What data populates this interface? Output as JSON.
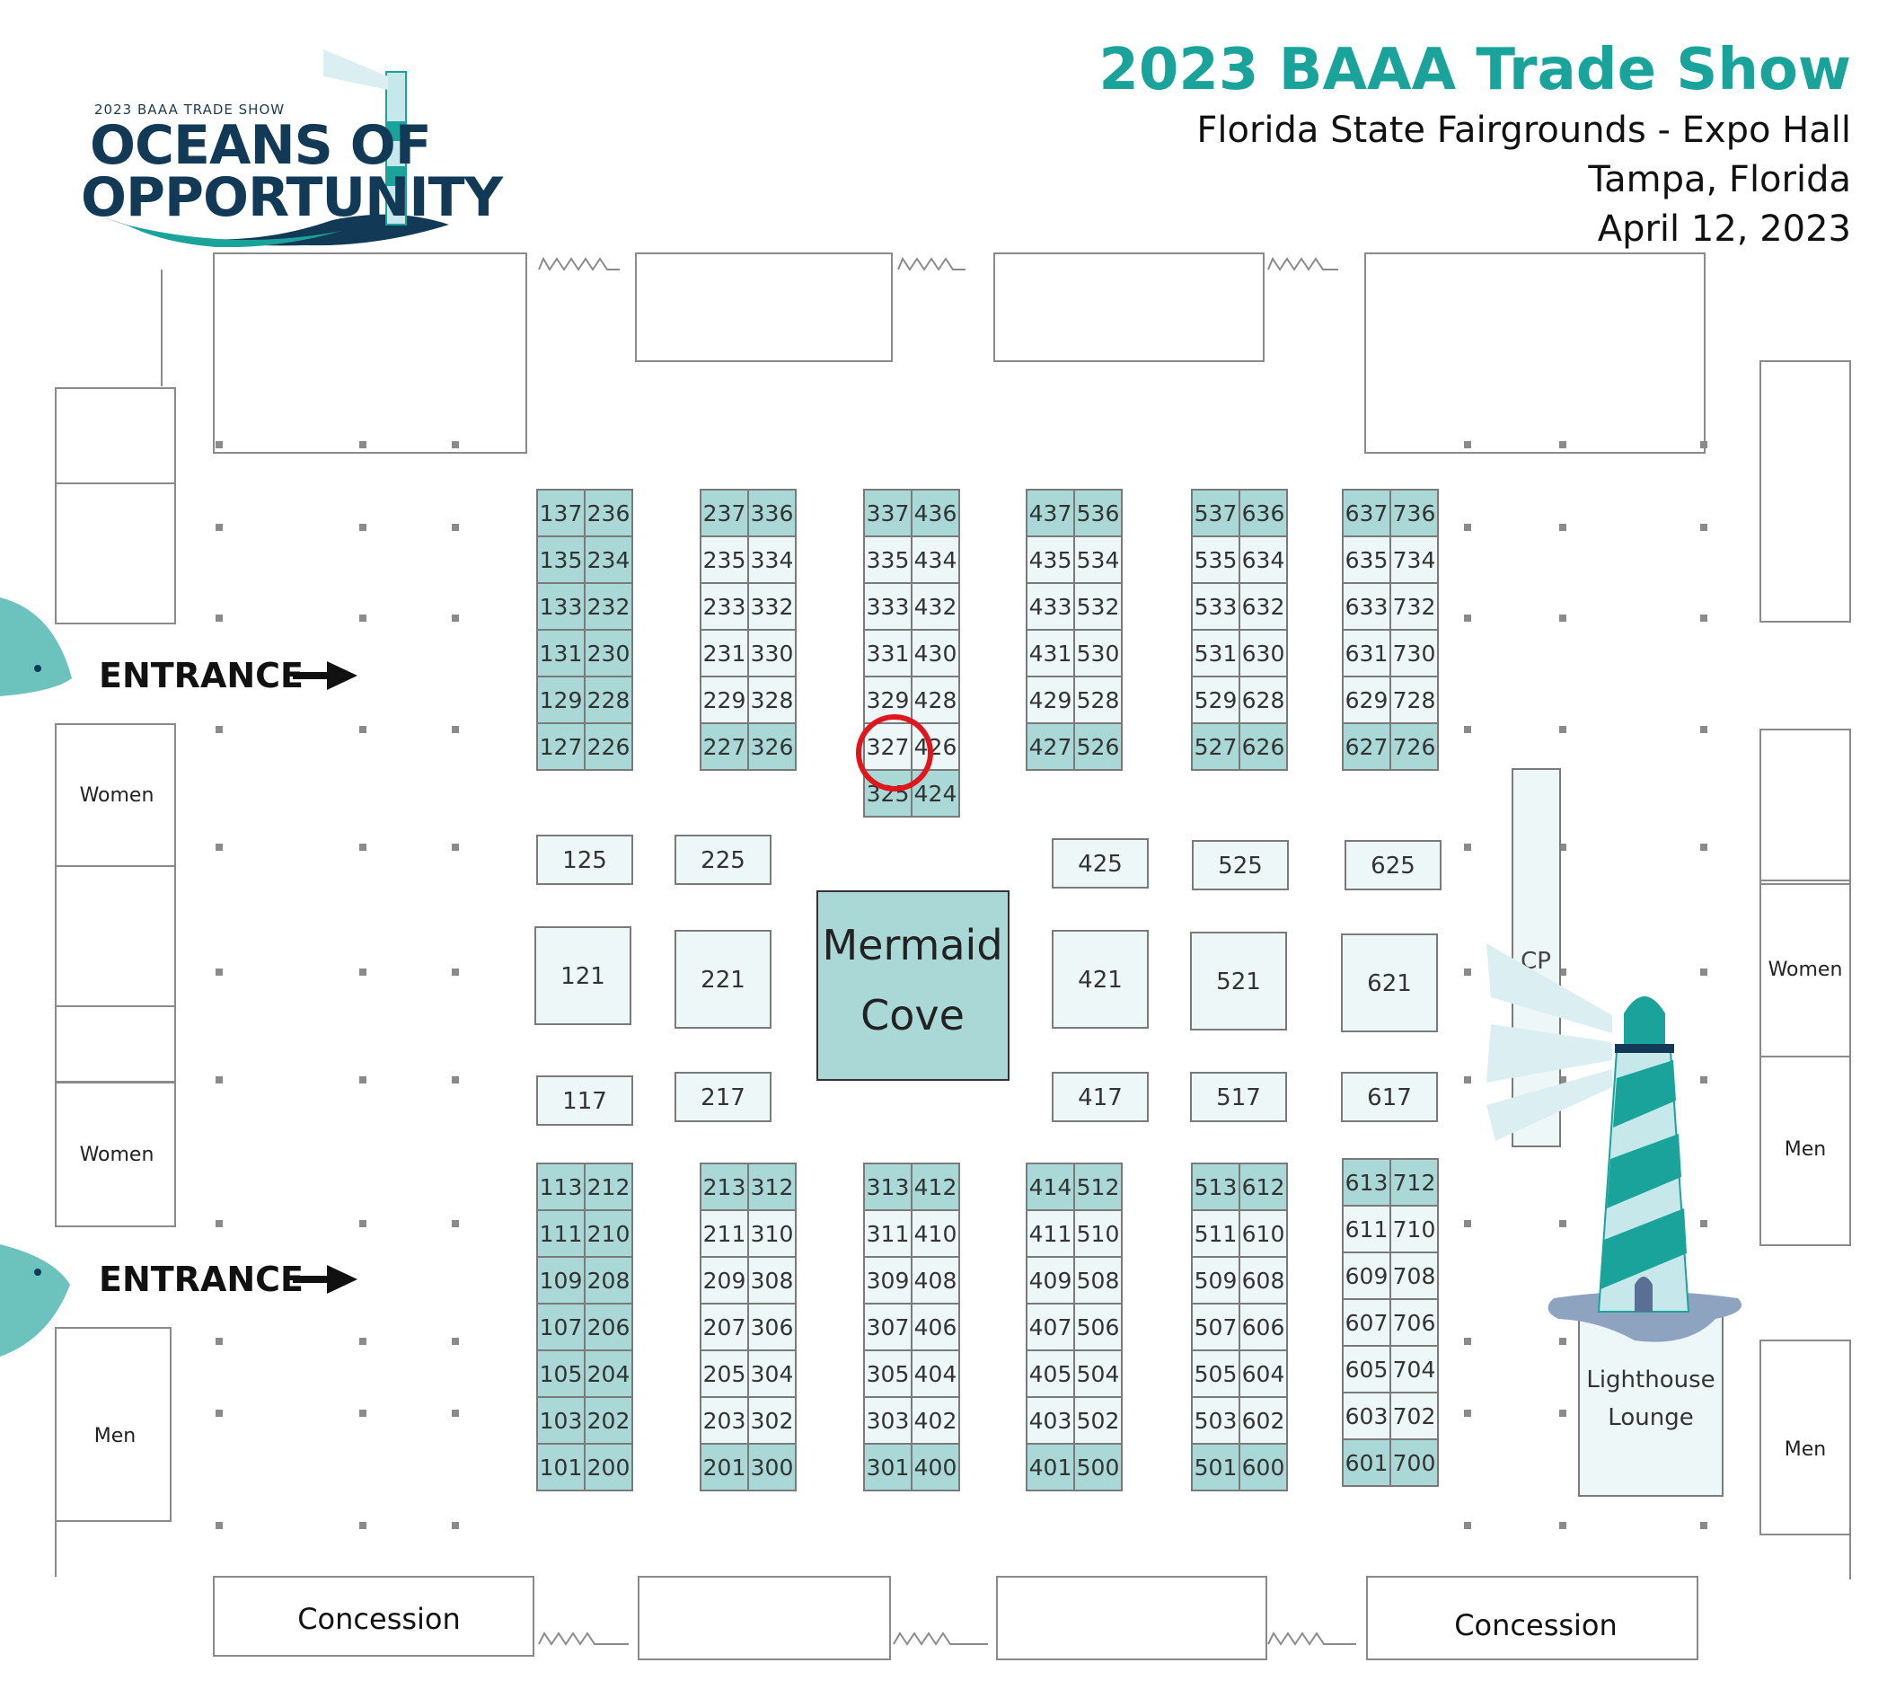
{
  "header": {
    "title": "2023 BAAA Trade Show",
    "venue": "Florida State Fairgrounds - Expo Hall",
    "city": "Tampa, Florida",
    "date": "April 12, 2023"
  },
  "logo": {
    "subtitle": "2023 BAAA TRADE SHOW",
    "line1": "OCEANS OF",
    "line2": "OPPORTUNITY"
  },
  "colors": {
    "teal_booth": "#a9d8d6",
    "light_booth": "#eef7f7",
    "accent": "#1aa39a",
    "marker": "#e0161d",
    "outline": "#7a7a7a",
    "navy": "#123a56"
  },
  "labels": {
    "entrance_top": "ENTRANCE",
    "entrance_bottom": "ENTRANCE",
    "women_left_top": "Women",
    "women_left_bottom": "Women",
    "men_left": "Men",
    "women_right": "Women",
    "men_right_top": "Men",
    "men_right_bottom": "Men",
    "concession_left": "Concession",
    "concession_right": "Concession",
    "feature_line1": "Mermaid",
    "feature_line2": "Cove",
    "lounge_line1": "Lighthouse",
    "lounge_line2": "Lounge",
    "partial_label": "CP"
  },
  "highlight": {
    "booth": "327",
    "marker_icon": "circle-marker"
  },
  "booth_blocks": [
    {
      "teal": true,
      "rows": [
        [
          "137",
          "236"
        ],
        [
          "135",
          "234"
        ],
        [
          "133",
          "232"
        ],
        [
          "131",
          "230"
        ],
        [
          "129",
          "228"
        ],
        [
          "127",
          "226"
        ]
      ]
    },
    {
      "teal": false,
      "teal_rows": [
        0,
        5
      ],
      "rows": [
        [
          "237",
          "336"
        ],
        [
          "235",
          "334"
        ],
        [
          "233",
          "332"
        ],
        [
          "231",
          "330"
        ],
        [
          "229",
          "328"
        ],
        [
          "227",
          "326"
        ]
      ]
    },
    {
      "teal": false,
      "teal_rows": [
        0,
        6
      ],
      "rows": [
        [
          "337",
          "436"
        ],
        [
          "335",
          "434"
        ],
        [
          "333",
          "432"
        ],
        [
          "331",
          "430"
        ],
        [
          "329",
          "428"
        ],
        [
          "327",
          "426"
        ],
        [
          "325",
          "424"
        ]
      ]
    },
    {
      "teal": false,
      "teal_rows": [
        0,
        5
      ],
      "rows": [
        [
          "437",
          "536"
        ],
        [
          "435",
          "534"
        ],
        [
          "433",
          "532"
        ],
        [
          "431",
          "530"
        ],
        [
          "429",
          "528"
        ],
        [
          "427",
          "526"
        ]
      ]
    },
    {
      "teal": false,
      "teal_rows": [
        0,
        5
      ],
      "rows": [
        [
          "537",
          "636"
        ],
        [
          "535",
          "634"
        ],
        [
          "533",
          "632"
        ],
        [
          "531",
          "630"
        ],
        [
          "529",
          "628"
        ],
        [
          "527",
          "626"
        ]
      ]
    },
    {
      "teal": false,
      "teal_rows": [
        0,
        5
      ],
      "rows": [
        [
          "637",
          "736"
        ],
        [
          "635",
          "734"
        ],
        [
          "633",
          "732"
        ],
        [
          "631",
          "730"
        ],
        [
          "629",
          "728"
        ],
        [
          "627",
          "726"
        ]
      ]
    },
    {
      "teal": true,
      "rows": [
        [
          "113",
          "212"
        ],
        [
          "111",
          "210"
        ],
        [
          "109",
          "208"
        ],
        [
          "107",
          "206"
        ],
        [
          "105",
          "204"
        ],
        [
          "103",
          "202"
        ],
        [
          "101",
          "200"
        ]
      ]
    },
    {
      "teal": false,
      "teal_rows": [
        0,
        6
      ],
      "rows": [
        [
          "213",
          "312"
        ],
        [
          "211",
          "310"
        ],
        [
          "209",
          "308"
        ],
        [
          "207",
          "306"
        ],
        [
          "205",
          "304"
        ],
        [
          "203",
          "302"
        ],
        [
          "201",
          "300"
        ]
      ]
    },
    {
      "teal": false,
      "teal_rows": [
        0,
        6
      ],
      "rows": [
        [
          "313",
          "412"
        ],
        [
          "311",
          "410"
        ],
        [
          "309",
          "408"
        ],
        [
          "307",
          "406"
        ],
        [
          "305",
          "404"
        ],
        [
          "303",
          "402"
        ],
        [
          "301",
          "400"
        ]
      ]
    },
    {
      "teal": false,
      "teal_rows": [
        0,
        6
      ],
      "rows": [
        [
          "414",
          "512"
        ],
        [
          "411",
          "510"
        ],
        [
          "409",
          "508"
        ],
        [
          "407",
          "506"
        ],
        [
          "405",
          "504"
        ],
        [
          "403",
          "502"
        ],
        [
          "401",
          "500"
        ]
      ]
    },
    {
      "teal": false,
      "teal_rows": [
        0,
        6
      ],
      "rows": [
        [
          "513",
          "612"
        ],
        [
          "511",
          "610"
        ],
        [
          "509",
          "608"
        ],
        [
          "507",
          "606"
        ],
        [
          "505",
          "604"
        ],
        [
          "503",
          "602"
        ],
        [
          "501",
          "600"
        ]
      ]
    },
    {
      "teal": false,
      "teal_rows": [
        0,
        6
      ],
      "rows": [
        [
          "613",
          "712"
        ],
        [
          "611",
          "710"
        ],
        [
          "609",
          "708"
        ],
        [
          "607",
          "706"
        ],
        [
          "605",
          "704"
        ],
        [
          "603",
          "702"
        ],
        [
          "601",
          "700"
        ]
      ]
    }
  ],
  "single_booths": [
    "125",
    "225",
    "425",
    "525",
    "625",
    "121",
    "221",
    "421",
    "521",
    "621",
    "117",
    "217",
    "417",
    "517",
    "617"
  ]
}
